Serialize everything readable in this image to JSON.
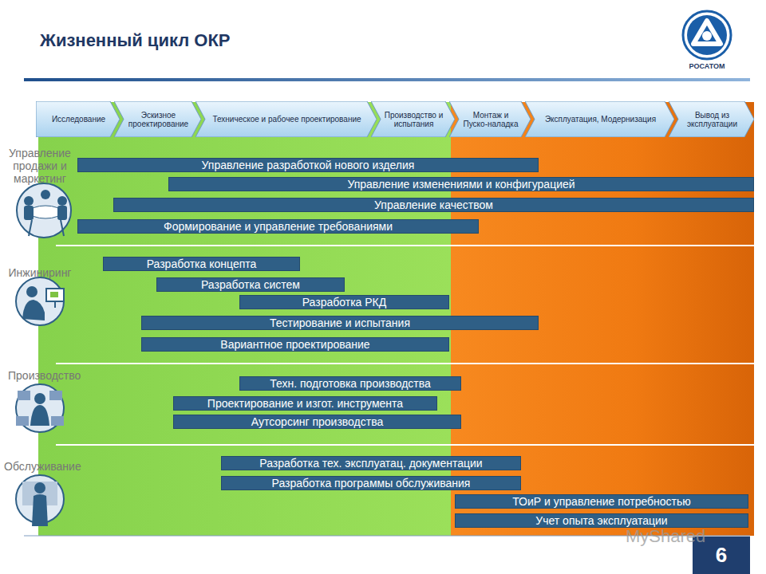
{
  "diagram": {
    "title": "Жизненный цикл ОКР",
    "nodes": [
      {
        "text": [
          "Исследование"
        ]
      },
      {
        "text": [
          "Эскизное проектирование"
        ]
      },
      {
        "text": [
          "Техническое и рабочее проектирование"
        ]
      },
      {
        "text": [
          "Производство и испытания"
        ]
      },
      {
        "text": [
          "Монтаж и Пуско-наладка"
        ]
      },
      {
        "text": [
          "Эксплуатация, Модернизация"
        ]
      },
      {
        "text": [
          "Вывод из эксплуатации"
        ]
      },
      {
        "text": [
          "Управление разработкой нового изделия"
        ]
      },
      {
        "text": [
          "Управление изменениями и конфигурацией"
        ]
      },
      {
        "text": [
          "Управление качеством"
        ]
      },
      {
        "text": [
          "Формирование и управление требованиями"
        ]
      },
      {
        "text": [
          "Разработка концепта"
        ]
      },
      {
        "text": [
          "Разработка систем"
        ]
      },
      {
        "text": [
          "Разработка РКД"
        ]
      },
      {
        "text": [
          "Тестирование и испытания"
        ]
      },
      {
        "text": [
          "Вариантное проектирование"
        ]
      },
      {
        "text": [
          "Техн. подготовка производства"
        ]
      },
      {
        "text": [
          "Проектирование и изгот. инструмента"
        ]
      },
      {
        "text": [
          "Аутсорсинг производства"
        ]
      },
      {
        "text": [
          "Разработка тех. эксплуатац. документации"
        ]
      },
      {
        "text": [
          "Разработка программы обслуживания"
        ]
      },
      {
        "text": [
          "ТОиР и управление потребностью"
        ]
      },
      {
        "text": [
          "Учет опыта эксплуатации"
        ]
      },
      {
        "text": [
          "6"
        ]
      }
    ],
    "labels": [
      "Управление продажи и маркетинг",
      "Инжиниринг",
      "Производство",
      "Обслуживание",
      "РОСАТОМ",
      "MyShared"
    ]
  }
}
